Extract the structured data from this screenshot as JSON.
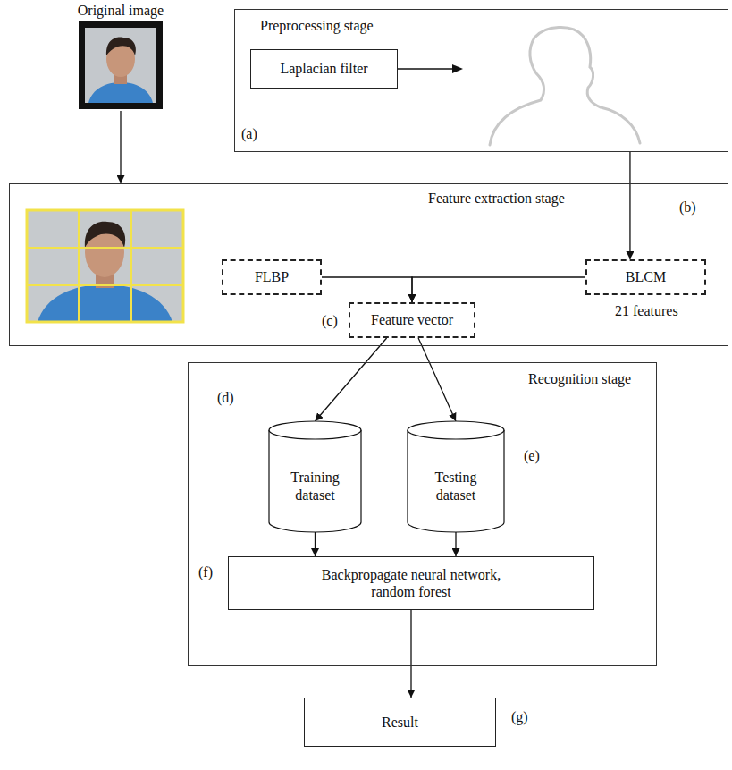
{
  "diagram": {
    "nodes": [
      {
        "text": [
          "Original image"
        ]
      },
      {
        "text": [
          "Preprocessing stage"
        ]
      },
      {
        "text": [
          "Laplacian filter"
        ],
        "in": 1
      },
      {
        "text": [
          "Feature extraction stage"
        ]
      },
      {
        "text": [
          "FLBP"
        ],
        "in": 3
      },
      {
        "text": [
          "BLCM"
        ],
        "in": 3
      },
      {
        "text": [
          "Feature vector"
        ],
        "in": 3
      },
      {
        "text": [
          "Recognition stage"
        ]
      },
      {
        "text": [
          "Training dataset"
        ],
        "in": 7
      },
      {
        "text": [
          "Testing dataset"
        ],
        "in": 7
      },
      {
        "text": [
          "Backpropagate neural network, random forest"
        ],
        "in": 7
      },
      {
        "text": [
          "Result"
        ]
      }
    ],
    "edges": [
      {
        "from": 0,
        "to": 3,
        "arrow": "to"
      },
      {
        "from": 1,
        "to": 5,
        "arrow": "to"
      },
      {
        "from": 4,
        "to": 6,
        "arrow": "to"
      },
      {
        "from": 5,
        "to": 6,
        "arrow": "to"
      },
      {
        "from": 6,
        "to": 8,
        "arrow": "to"
      },
      {
        "from": 6,
        "to": 9,
        "arrow": "to"
      },
      {
        "from": 8,
        "to": 10,
        "arrow": "to"
      },
      {
        "from": 9,
        "to": 10,
        "arrow": "to"
      },
      {
        "from": 10,
        "to": 11,
        "arrow": "to"
      }
    ],
    "labels": [
      "(a)",
      "(b)",
      "(c)",
      "21 features",
      "(d)",
      "(e)",
      "(f)",
      "(g)"
    ]
  }
}
